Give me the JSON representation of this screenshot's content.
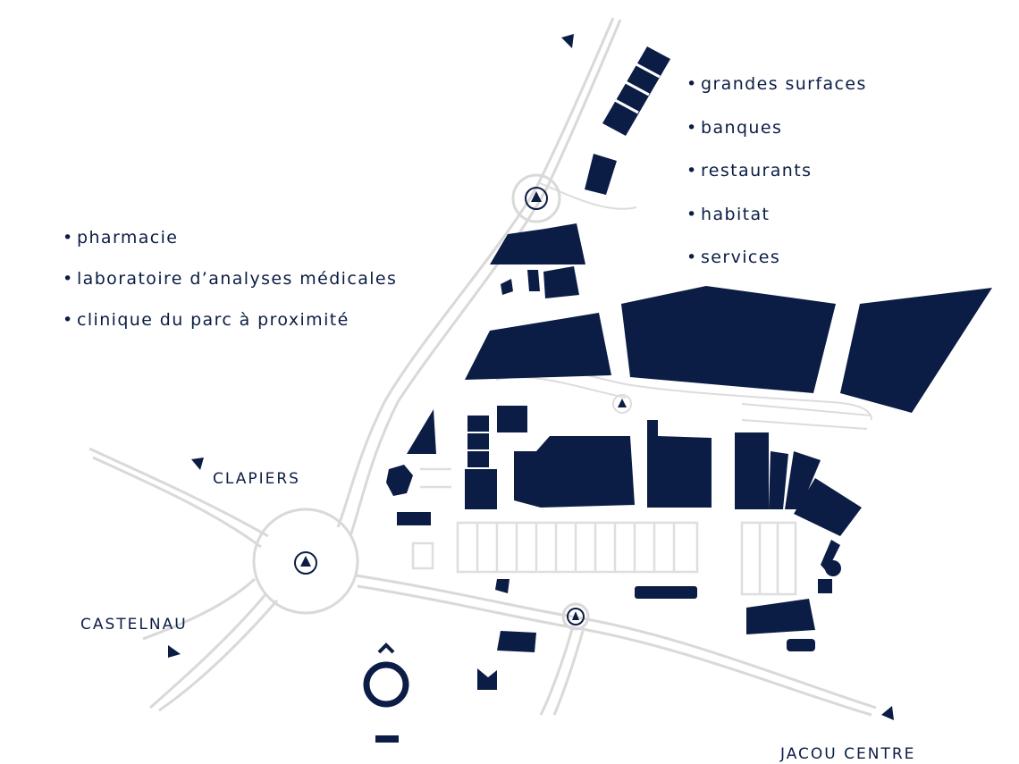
{
  "map": {
    "accent_color": "#0b1d45",
    "road_color": "#d9d9d9",
    "right_list": [
      "grandes surfaces",
      "banques",
      "restaurants",
      "habitat",
      "services"
    ],
    "left_list": [
      "pharmacie",
      "laboratoire d’analyses médicales",
      "clinique du parc à proximité"
    ],
    "bullet": "•",
    "places": {
      "clapiers": "CLAPIERS",
      "castelnau": "CASTELNAU",
      "jacou": "JACOU CENTRE"
    },
    "icons": [
      "direction-arrow-icon",
      "roundabout-icon",
      "logo-icon"
    ]
  }
}
